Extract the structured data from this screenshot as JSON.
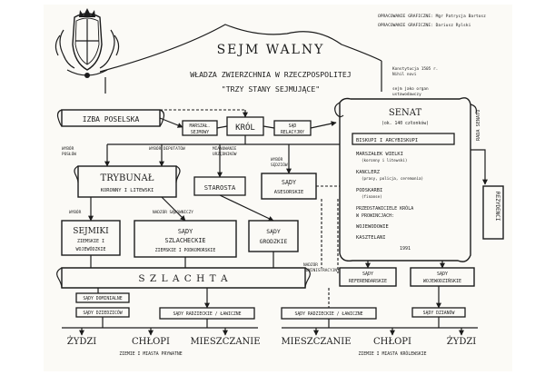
{
  "header": {
    "credit_line_1": "OPRACOWANIE GRAFICZNE: Mgr Patrycja Bartosz",
    "credit_line_2": "OPRACOWANIE GRAFICZNE: Dariusz Rylski",
    "title": "SEJM WALNY",
    "subtitle_1": "WŁADZA ZWIERZCHNIA W RZECZPOSPOLITEJ",
    "subtitle_2": "\"TRZY STANY SEJMUJĄCE\"",
    "note_1_l1": "Konstytucja 1505 r.",
    "note_1_l2": "Nihil novi",
    "note_2_l1": "sejm jako organ",
    "note_2_l2": "ustawodawczy"
  },
  "nodes": {
    "izba": "IZBA POSELSKA",
    "marszalek_sejmowy_l1": "MARSZAŁ.",
    "marszalek_sejmowy_l2": "SEJMOWY",
    "krol": "KRÓL",
    "sad_relacyjny_l1": "SĄD",
    "sad_relacyjny_l2": "RELACYJNY",
    "wybor_posłów_l1": "WYBÓR",
    "wybor_posłów_l2": "POSŁÓW",
    "wybor_deputatow": "WYBÓR DEPUTATÓW",
    "mianowanie_l1": "MIANOWANIE",
    "mianowanie_l2": "URZĘDNIKÓW",
    "wybor_sedziow_l1": "WYBÓR",
    "wybor_sedziow_l2": "SĘDZIÓW",
    "trybunal_l1": "TRYBUNAŁ",
    "trybunal_l2": "KORONNY I LITEWSKI",
    "starosta": "STAROSTA",
    "sady_asesorskie_l1": "SĄDY",
    "sady_asesorskie_l2": "ASESORSKIE",
    "senat": "SENAT",
    "senat_count": "(ok. 140 członków)",
    "senat_items": [
      "BISKUPI I ARCYBISKUPI",
      "MARSZAŁEK WIELKI",
      "KANCLERZ",
      "PODSKARBI",
      "PRZEDSTAWICIELE KRÓLA",
      "W PROWINCJACH:",
      "WOJEWODOWIE",
      "KASZTELANI"
    ],
    "senat_sub_1": "(koronny i litewski)",
    "senat_sub_2": "(prasy, policja, ceremonia)",
    "senat_sub_3": "(finanse)",
    "senat_year": "1991",
    "rada_senatu": "RADA SENATU",
    "rezydenci": "REZYDENCI",
    "wybor_l": "WYBÓR",
    "nadzor": "NADZÓR SĄDOWNICZY",
    "sejmiki_l1": "SEJMIKI",
    "sejmiki_l2": "ZIEMSKIE I",
    "sejmiki_l3": "WOJEWÓDZKIE",
    "sady_szlacheckie_l1": "SĄDY",
    "sady_szlacheckie_l2": "SZLACHECKIE",
    "sady_szlacheckie_l3": "ZIEMSKIE I PODKOMORSKIE",
    "sady_grodzkie_l1": "SĄDY",
    "sady_grodzkie_l2": "GRODZKIE",
    "nadzor_adm_l1": "NADZÓR",
    "nadzor_adm_l2": "ADMINISTRACYJNY",
    "szlachta": "S Z L A C H T A",
    "sady_referendarskie_l1": "SĄDY",
    "sady_referendarskie_l2": "REFERENDARSKIE",
    "sady_wojewodzinskie_l1": "SĄDY",
    "sady_wojewodzinskie_l2": "WOJEWODZIŃSKIE",
    "sady_dominialne": "SĄDY DOMINIALNE",
    "sady_dziedzicow": "SĄDY DZIEDZICÓW",
    "sady_radzieckie": "SĄDY RADZIECKIE / ŁAWICZNE",
    "sady_radzieckie_2": "SĄDY RADZIECKIE / ŁAWICZNE",
    "sady_dzianow": "SĄDY DZIANÓW",
    "bottom_left": [
      "ŻYDZI",
      "CHŁOPI",
      "MIESZCZANIE"
    ],
    "bottom_left_caption": "ZIEMIE I MIASTA PRYWATNE",
    "bottom_right": [
      "MIESZCZANIE",
      "CHŁOPI",
      "ŻYDZI"
    ],
    "bottom_right_caption": "ZIEMIE I MIASTA KRÓLEWSKIE"
  },
  "colors": {
    "ink": "#1c1c1c",
    "paper": "#fbfaf6"
  },
  "icons": {
    "coat_of_arms": "coat-of-arms-icon"
  }
}
